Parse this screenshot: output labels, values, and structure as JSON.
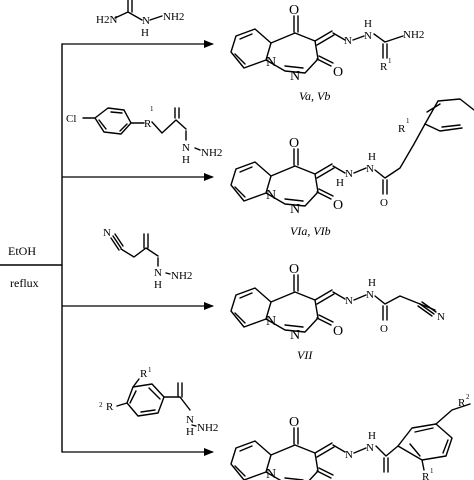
{
  "reaction_conditions": {
    "solvent": "EtOH",
    "condition": "reflux"
  },
  "reagents": [
    {
      "atoms": {
        "h2n": "H2N",
        "nh": "N",
        "nh_h": "H",
        "nh2": "NH2"
      }
    },
    {
      "atoms": {
        "cl": "Cl",
        "r1": "R",
        "r1_sup": "1",
        "nh": "N",
        "nh_h": "H",
        "nh2": "NH2"
      }
    },
    {
      "atoms": {
        "n": "N",
        "nh": "N",
        "nh_h": "H",
        "nh2": "NH2"
      }
    },
    {
      "atoms": {
        "r1": "R",
        "r1_sup": "1",
        "r2": "R",
        "r2_sup": "2",
        "nh": "N",
        "nh_h": "H",
        "nh2": "NH2"
      }
    }
  ],
  "products": [
    {
      "label": "Va, Vb"
    },
    {
      "label": "VIa, VIb"
    },
    {
      "label": "VII"
    },
    {
      "label": ""
    }
  ],
  "atom_symbols": {
    "o": "O",
    "n": "N",
    "h": "H",
    "nh2": "NH2",
    "r": "R",
    "sup1": "1",
    "sup2": "2"
  }
}
